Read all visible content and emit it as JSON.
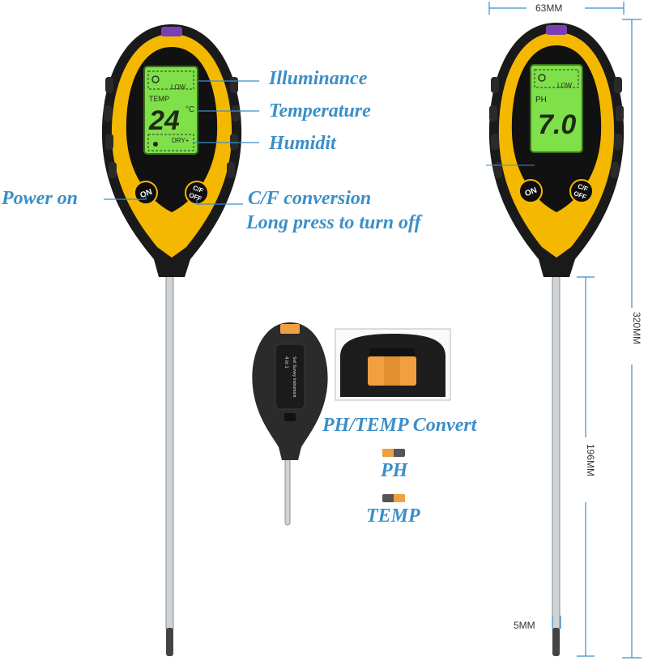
{
  "callouts": {
    "illuminance": "Illuminance",
    "temperature": "Temperature",
    "humidity": "Humidit",
    "power_on": "Power on",
    "cf_conversion": "C/F conversion",
    "long_press": "Long press to turn off"
  },
  "meter_left": {
    "lcd_low": "LOW",
    "lcd_temp": "TEMP",
    "lcd_value": "24",
    "lcd_unit": "°C",
    "lcd_dry": "DRY+",
    "btn_on": "ON",
    "btn_cf_top": "C/F",
    "btn_cf_bottom": "OFF"
  },
  "meter_right": {
    "lcd_low": "LOW",
    "lcd_ph": "PH",
    "lcd_value": "7.0",
    "btn_on": "ON",
    "btn_cf_top": "C/F",
    "btn_cf_bottom": "OFF"
  },
  "back_view": {
    "label_line1": "4 in 1",
    "label_line2": "Soil Survey Instrument"
  },
  "convert": {
    "title": "PH/TEMP Convert",
    "ph": "PH",
    "temp": "TEMP"
  },
  "dimensions": {
    "width": "63MM",
    "total_length": "320MM",
    "probe_length": "196MM",
    "probe_diameter": "5MM"
  },
  "colors": {
    "yellow": "#f5b800",
    "body": "#1a1a1a",
    "lcd": "#7fe04a",
    "callout": "#3a8fc7",
    "switch": "#f0a040"
  }
}
